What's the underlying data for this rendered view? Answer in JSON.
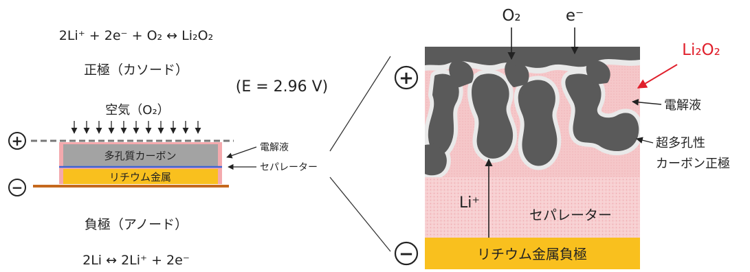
{
  "left": {
    "cathode_reaction": "2Li⁺ + 2e⁻ + O₂ ↔ Li₂O₂",
    "cathode_title": "正極（カソード）",
    "voltage": "(E = 2.96 V)",
    "air_label": "空気（O₂）",
    "porous_carbon_label": "多孔質カーボン",
    "lithium_label": "リチウム金属",
    "electrolyte_label": "電解液",
    "separator_label": "セパレーター",
    "anode_title": "負極（アノード）",
    "anode_reaction": "2Li ↔ 2Li⁺ + 2e⁻"
  },
  "right": {
    "o2_label": "O₂",
    "electron_label": "e⁻",
    "li2o2_label": "Li₂O₂",
    "electrolyte_label": "電解液",
    "cathode_label_line1": "超多孔性",
    "cathode_label_line2": "カーボン正極",
    "li_ion_label": "Li⁺",
    "separator_label": "セパレーター",
    "anode_label": "リチウム金属負極"
  },
  "signs": {
    "plus": "+",
    "minus": "−"
  },
  "colors": {
    "carbon": "#5a5a5a",
    "carbon_left": "#a3a3a3",
    "pink": "#f4a9ad",
    "separator_pink": "#f6c9cb",
    "lithium": "#f9c01e",
    "anode_line": "#c5691d",
    "separator_line": "#3d63d6",
    "li2o2_red": "#e0202c"
  }
}
